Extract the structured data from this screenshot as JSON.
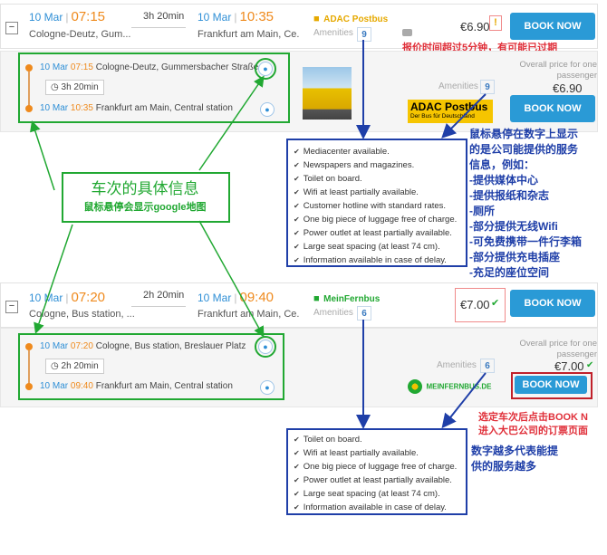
{
  "trip1": {
    "dep_date": "10 Mar",
    "dep_time": "07:15",
    "dep_place_short": "Cologne-Deutz, Gum...",
    "duration": "3h 20min",
    "arr_date": "10 Mar",
    "arr_time": "10:35",
    "arr_place_short": "Frankfurt am Main, Ce...",
    "company": "ADAC Postbus",
    "amenities_label": "Amenities",
    "amenities_count": "9",
    "price": "€6.90",
    "book_label": "BOOK NOW",
    "detail": {
      "dep_date": "10 Mar",
      "dep_time": "07:15",
      "dep_place": "Cologne-Deutz, Gummersbacher Straße",
      "duration": "3h 20min",
      "arr_date": "10 Mar",
      "arr_time": "10:35",
      "arr_place": "Frankfurt am Main, Central station"
    },
    "logo_title": "ADAC Postbus",
    "logo_sub": "Der Bus für Deutschland",
    "overall_label": "Overall price for one passenger",
    "overall_price": "€6.90",
    "amenities": [
      "Mediacenter available.",
      "Newspapers and magazines.",
      "Toilet on board.",
      "Wifi at least partially available.",
      "Customer hotline with standard rates.",
      "One big piece of luggage free of charge.",
      "Power outlet at least partially available.",
      "Large seat spacing (at least 74 cm).",
      "Information available in case of delay."
    ]
  },
  "trip2": {
    "dep_date": "10 Mar",
    "dep_time": "07:20",
    "dep_place_short": "Cologne, Bus station, ...",
    "duration": "2h 20min",
    "arr_date": "10 Mar",
    "arr_time": "09:40",
    "arr_place_short": "Frankfurt am Main, Ce...",
    "company": "MeinFernbus",
    "amenities_label": "Amenities",
    "amenities_count": "6",
    "price": "€7.00",
    "book_label": "BOOK NOW",
    "detail": {
      "dep_date": "10 Mar",
      "dep_time": "07:20",
      "dep_place": "Cologne, Bus station, Breslauer Platz",
      "duration": "2h 20min",
      "arr_date": "10 Mar",
      "arr_time": "09:40",
      "arr_place": "Frankfurt am Main, Central station"
    },
    "logo_text": "MEINFERNBUS.DE",
    "overall_label": "Overall price for one passenger",
    "overall_price": "€7.00",
    "amenities": [
      "Toilet on board.",
      "Wifi at least partially available.",
      "One big piece of luggage free of charge.",
      "Power outlet at least partially available.",
      "Large seat spacing (at least 74 cm).",
      "Information available in case of delay."
    ]
  },
  "annotations": {
    "price_warning": "报价时间超过5分钟，有可能已过期",
    "center_title": "车次的具体信息",
    "center_sub": "鼠标悬停会显示google地图",
    "hover_note": [
      "鼠标悬停在数字上显示",
      "的是公司能提供的服务",
      "信息，例如：",
      "-提供媒体中心",
      "-提供报纸和杂志",
      "-厕所",
      "-部分提供无线Wifi",
      "-可免费携带一件行李箱",
      "-部分提供充电插座",
      "-充足的座位空间"
    ],
    "book_note": [
      "选定车次后点击BOOK N",
      "进入大巴公司的订票页面"
    ],
    "more_note": [
      "数字越多代表能提",
      "供的服务越多"
    ]
  },
  "colors": {
    "accent_blue": "#2a9ad6",
    "annotation_green": "#21a832",
    "annotation_blue": "#1f3fa8",
    "annotation_red": "#e0303a",
    "time_orange": "#ef8a1d"
  }
}
